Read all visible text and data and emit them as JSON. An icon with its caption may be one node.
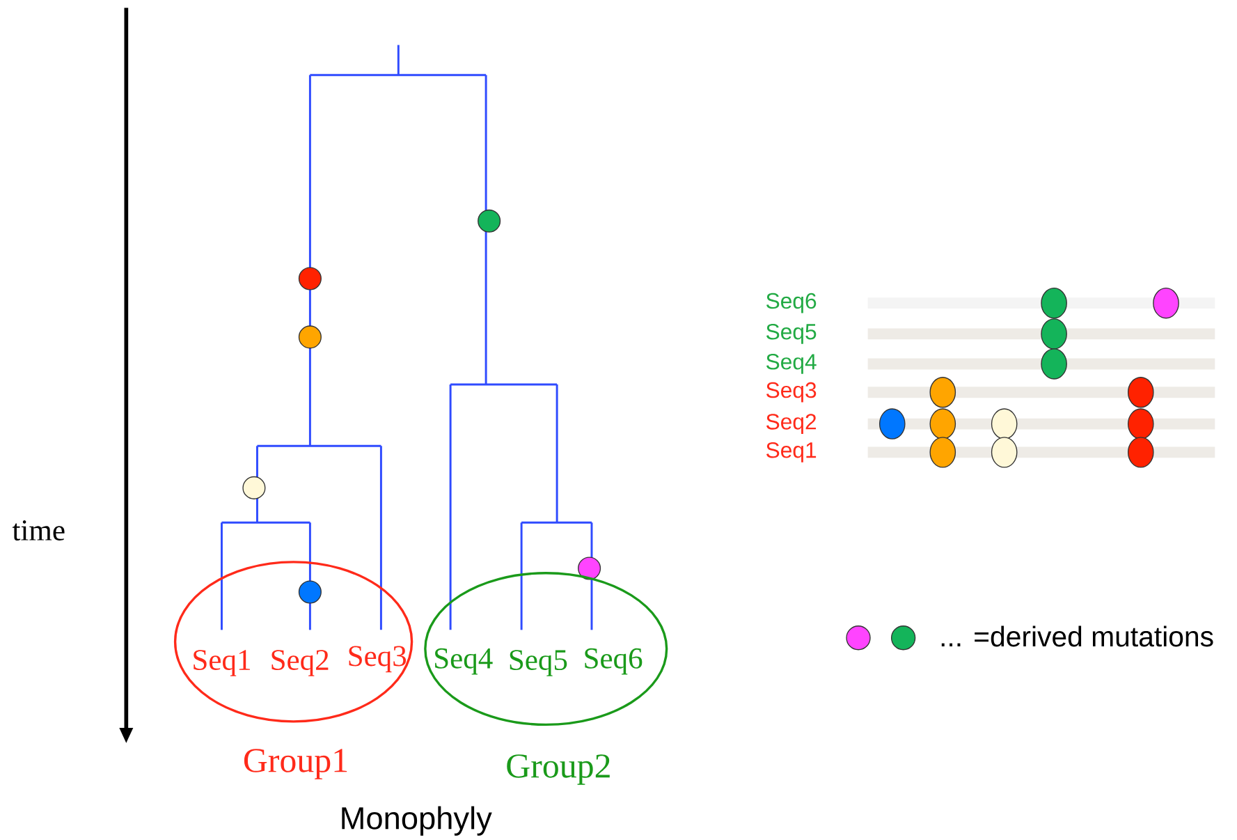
{
  "diagram": {
    "nodes": [
      {
        "text": [
          "Group1"
        ]
      },
      {
        "text": [
          "Seq1"
        ],
        "in": 0
      },
      {
        "text": [
          "Seq2"
        ],
        "in": 0
      },
      {
        "text": [
          "Seq3"
        ],
        "in": 0
      },
      {
        "text": [
          "Group2"
        ]
      },
      {
        "text": [
          "Seq4"
        ],
        "in": 4
      },
      {
        "text": [
          "Seq5"
        ],
        "in": 4
      },
      {
        "text": [
          "Seq6"
        ],
        "in": 4
      }
    ],
    "labels": [
      "time",
      "Monophyly",
      "Seq6",
      "Seq5",
      "Seq4",
      "Seq3",
      "Seq2",
      "Seq1",
      "... =derived mutations"
    ]
  }
}
